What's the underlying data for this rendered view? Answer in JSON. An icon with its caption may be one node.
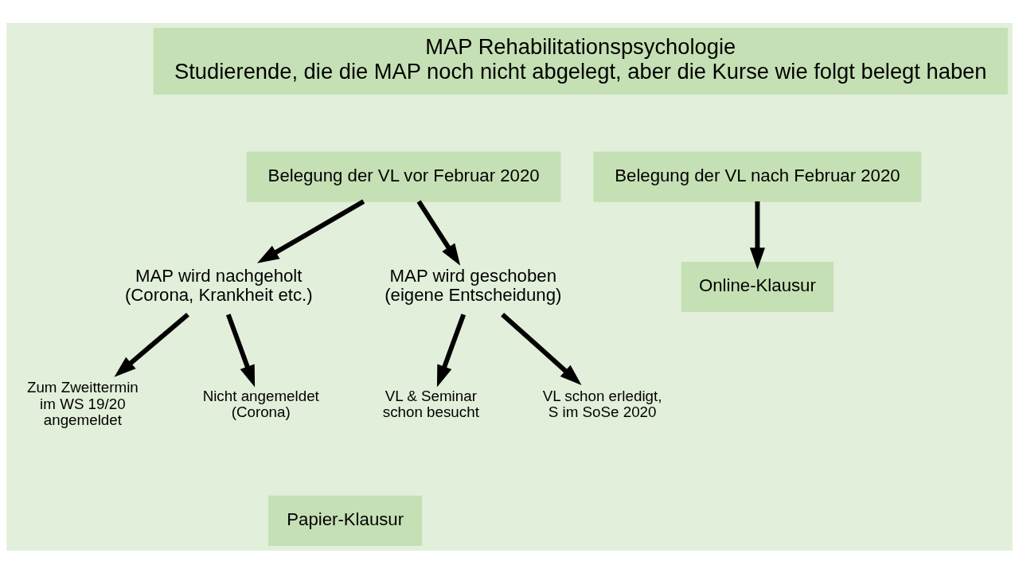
{
  "diagram": {
    "nodes": [
      {
        "text": [
          "MAP Rehabilitationspsychologie",
          "Studierende, die die MAP noch nicht abgelegt, aber die Kurse wie folgt belegt haben"
        ]
      },
      {
        "text": [
          "Belegung der VL vor Februar 2020"
        ]
      },
      {
        "text": [
          "Belegung der VL nach Februar 2020"
        ]
      },
      {
        "text": [
          "MAP wird nachgeholt (Corona, Krankheit etc.)"
        ]
      },
      {
        "text": [
          "MAP wird geschoben (eigene Entscheidung)"
        ]
      },
      {
        "text": [
          "Online-Klausur"
        ]
      },
      {
        "text": [
          "Zum Zweittermin im WS 19/20 angemeldet"
        ]
      },
      {
        "text": [
          "Nicht angemeldet (Corona)"
        ]
      },
      {
        "text": [
          "VL & Seminar schon besucht"
        ]
      },
      {
        "text": [
          "VL schon erledigt, S im SoSe 2020"
        ]
      },
      {
        "text": [
          "Papier-Klausur"
        ]
      }
    ],
    "edges": [
      {
        "from": 1,
        "to": 3,
        "arrow": "to"
      },
      {
        "from": 1,
        "to": 4,
        "arrow": "to"
      },
      {
        "from": 2,
        "to": 5,
        "arrow": "to"
      },
      {
        "from": 3,
        "to": 6,
        "arrow": "to"
      },
      {
        "from": 3,
        "to": 7,
        "arrow": "to"
      },
      {
        "from": 4,
        "to": 8,
        "arrow": "to"
      },
      {
        "from": 4,
        "to": 9,
        "arrow": "to"
      }
    ]
  }
}
